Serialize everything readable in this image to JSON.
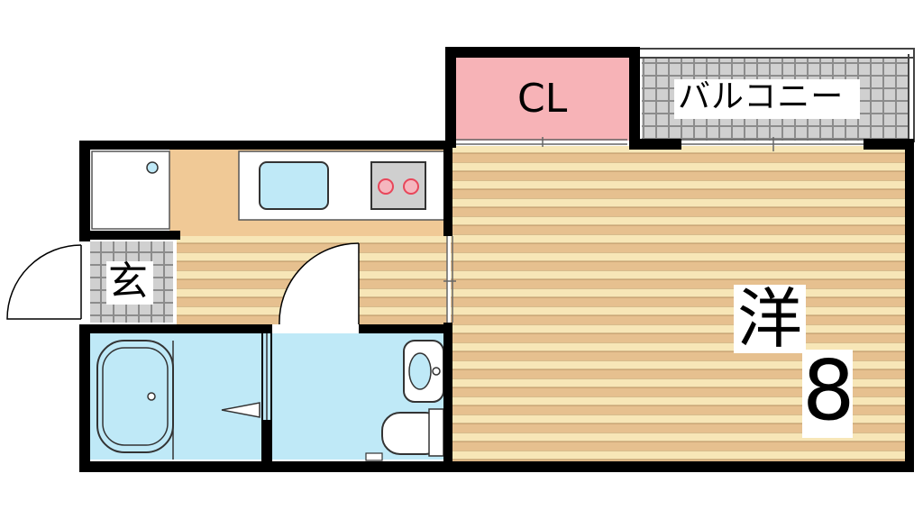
{
  "rooms": {
    "closet": {
      "label": "CL"
    },
    "balcony": {
      "label": "バルコニー"
    },
    "entrance": {
      "label": "玄"
    },
    "western_room": {
      "label": "洋",
      "size": "8"
    }
  },
  "colors": {
    "wall": "#000000",
    "closet_fill": "#f7b3b7",
    "balcony_tile": "#cfcfcf",
    "balcony_grid": "#8c8c8c",
    "floor_light": "#f7e6b7",
    "floor_dark": "#e6c08f",
    "water_fill": "#bfe9f7",
    "kitchen_floor": "#f0c996",
    "stove_fill": "#cfcfcf",
    "burner": "#e8465a"
  }
}
